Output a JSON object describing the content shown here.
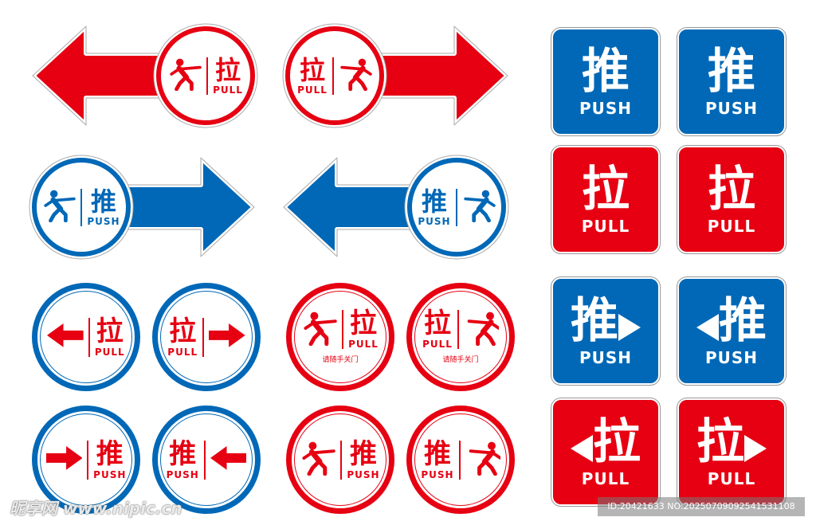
{
  "colors": {
    "red": "#e60012",
    "blue": "#0068b7"
  },
  "arrow_signs": [
    {
      "color": "red",
      "arrow_direction": "left",
      "char": "拉",
      "label": "PULL",
      "icon": "figure",
      "icon_side": "left"
    },
    {
      "color": "red",
      "arrow_direction": "right",
      "char": "拉",
      "label": "PULL",
      "icon": "figure",
      "icon_side": "right"
    },
    {
      "color": "blue",
      "arrow_direction": "right",
      "char": "推",
      "label": "PUSH",
      "icon": "figure",
      "icon_side": "left"
    },
    {
      "color": "blue",
      "arrow_direction": "left",
      "char": "推",
      "label": "PUSH",
      "icon": "figure",
      "icon_side": "right"
    }
  ],
  "round_signs": [
    {
      "ring": "blue",
      "char": "拉",
      "label": "PULL",
      "icon": "arrow",
      "icon_side": "left",
      "icon_direction": "left"
    },
    {
      "ring": "blue",
      "char": "拉",
      "label": "PULL",
      "icon": "arrow",
      "icon_side": "right",
      "icon_direction": "right"
    },
    {
      "ring": "blue",
      "char": "推",
      "label": "PUSH",
      "icon": "arrow",
      "icon_side": "left",
      "icon_direction": "right"
    },
    {
      "ring": "blue",
      "char": "推",
      "label": "PUSH",
      "icon": "arrow",
      "icon_side": "right",
      "icon_direction": "left"
    },
    {
      "ring": "red",
      "char": "拉",
      "label": "PULL",
      "icon": "figure",
      "icon_side": "left",
      "subtext": "请随手关门"
    },
    {
      "ring": "red",
      "char": "拉",
      "label": "PULL",
      "icon": "figure",
      "icon_side": "right",
      "subtext": "请随手关门"
    },
    {
      "ring": "red",
      "char": "推",
      "label": "PUSH",
      "icon": "figure",
      "icon_side": "left"
    },
    {
      "ring": "red",
      "char": "推",
      "label": "PUSH",
      "icon": "figure",
      "icon_side": "right"
    }
  ],
  "square_signs": [
    {
      "color": "blue",
      "char": "推",
      "label": "PUSH"
    },
    {
      "color": "blue",
      "char": "推",
      "label": "PUSH"
    },
    {
      "color": "red",
      "char": "拉",
      "label": "PULL"
    },
    {
      "color": "red",
      "char": "拉",
      "label": "PULL"
    },
    {
      "color": "blue",
      "char": "推",
      "label": "PUSH",
      "arrow": "right"
    },
    {
      "color": "blue",
      "char": "推",
      "label": "PUSH",
      "arrow": "left"
    },
    {
      "color": "red",
      "char": "拉",
      "label": "PULL",
      "arrow": "both-left"
    },
    {
      "color": "red",
      "char": "拉",
      "label": "PULL",
      "arrow": "both-right"
    }
  ],
  "watermark": "昵享网 www.nipic.cn",
  "image_id": "ID:20421633 NO:20250709092541531108"
}
